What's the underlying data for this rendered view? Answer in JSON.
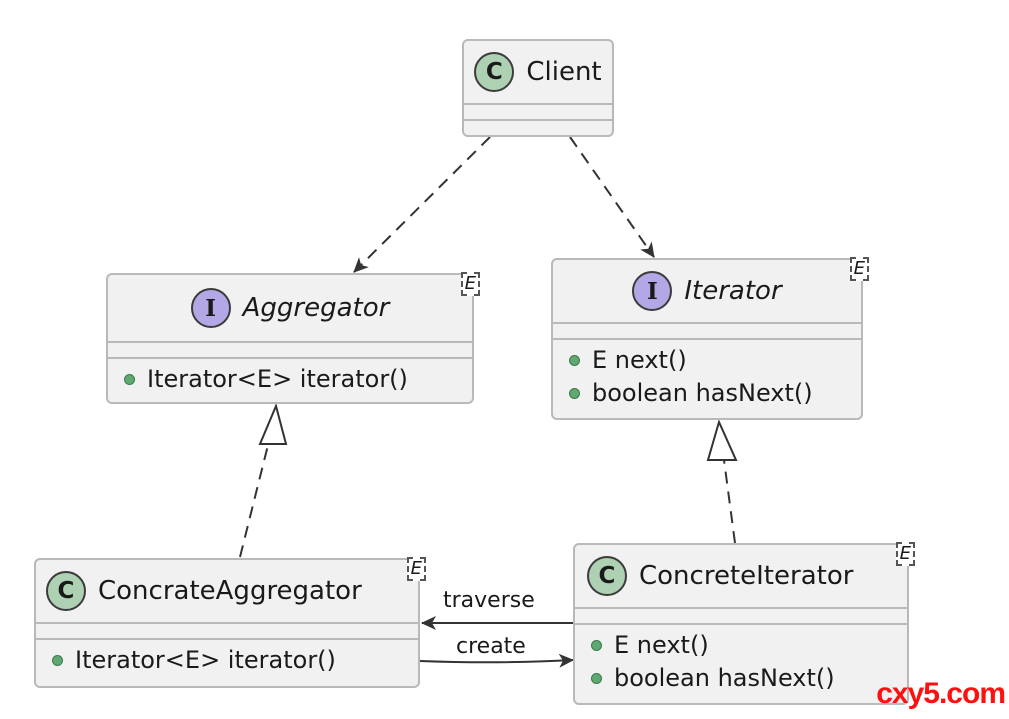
{
  "client": {
    "stereotype": "C",
    "name": "Client"
  },
  "aggregator": {
    "stereotype": "I",
    "name": "Aggregator",
    "type_param": "E",
    "members": [
      "Iterator<E> iterator()"
    ]
  },
  "iterator": {
    "stereotype": "I",
    "name": "Iterator",
    "type_param": "E",
    "members": [
      "E next()",
      "boolean hasNext()"
    ]
  },
  "concrete_aggregator": {
    "stereotype": "C",
    "name": "ConcrateAggregator",
    "type_param": "E",
    "members": [
      "Iterator<E> iterator()"
    ]
  },
  "concrete_iterator": {
    "stereotype": "C",
    "name": "ConcreteIterator",
    "type_param": "E",
    "members": [
      "E next()",
      "boolean hasNext()"
    ]
  },
  "relations": {
    "traverse": "traverse",
    "create": "create"
  },
  "colors": {
    "class_badge": "#add1b2",
    "interface_badge": "#b4a7e5",
    "box_fill": "#f1f1f1",
    "box_border": "#b9b9b9",
    "member_dot": "#5fa871",
    "watermark": "#ff1010"
  },
  "watermark": "cxy5.com"
}
